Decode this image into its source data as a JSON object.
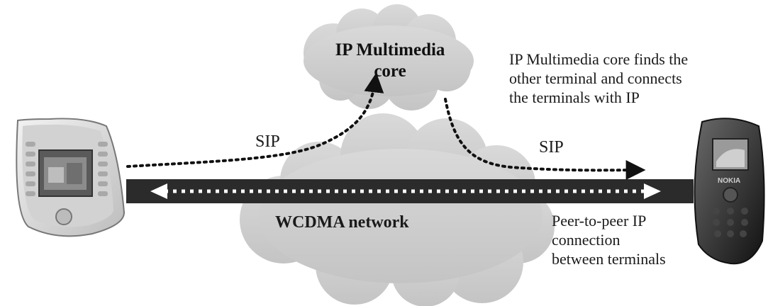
{
  "ims_cloud": {
    "line1": "IP Multimedia",
    "line2": "core"
  },
  "wcdma_cloud": {
    "label": "WCDMA network"
  },
  "ims_note": {
    "line1": "IP Multimedia core finds the",
    "line2": "other terminal and connects",
    "line3": "the terminals with IP"
  },
  "sip_left": "SIP",
  "sip_right": "SIP",
  "p2p_note": {
    "line1": "Peer-to-peer IP",
    "line2": "connection",
    "line3": "between terminals"
  },
  "phone_right": {
    "brand": "NOKIA"
  }
}
